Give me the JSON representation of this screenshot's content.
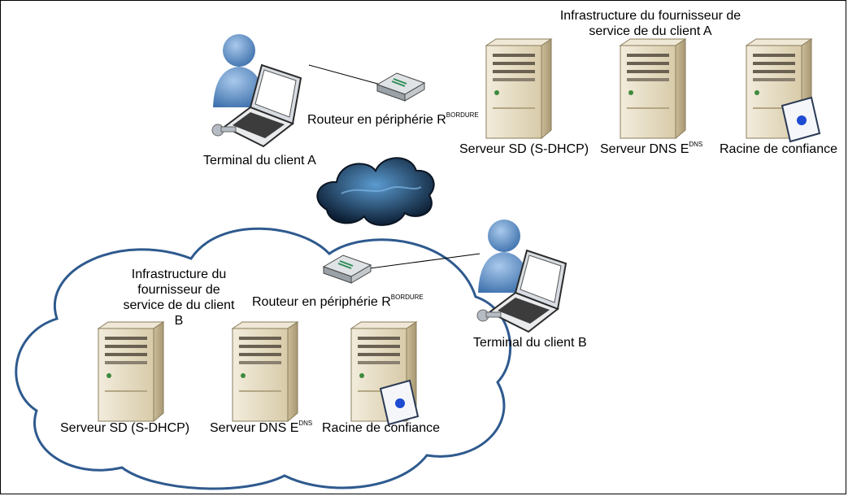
{
  "infra_a": {
    "title_line1": "Infrastructure du fournisseur de",
    "title_line2": "service de du client A"
  },
  "infra_b": {
    "title_line1": "Infrastructure du",
    "title_line2": "fournisseur de",
    "title_line3": "service de du client",
    "title_line4": "B"
  },
  "router_a": {
    "label": "Routeur en périphérie R",
    "sup": "BORDURE"
  },
  "router_b": {
    "label": "Routeur en périphérie R",
    "sup": "BORDURE"
  },
  "terminal_a": {
    "label": "Terminal du client A"
  },
  "terminal_b": {
    "label": "Terminal du client B"
  },
  "servers_a": {
    "sd": "Serveur SD  (S-DHCP)",
    "dns": "Serveur DNS E",
    "dns_sup": "DNS",
    "root": "Racine de confiance"
  },
  "servers_b": {
    "sd": "Serveur SD (S-DHCP)",
    "dns": "Serveur DNS E",
    "dns_sup": "DNS",
    "root": "Racine de confiance"
  },
  "colors": {
    "cloud_outline": "#2e5a8e",
    "server_body": "#e6dcc4",
    "person": "#5a8fc7",
    "storm_cloud": "#123456"
  }
}
